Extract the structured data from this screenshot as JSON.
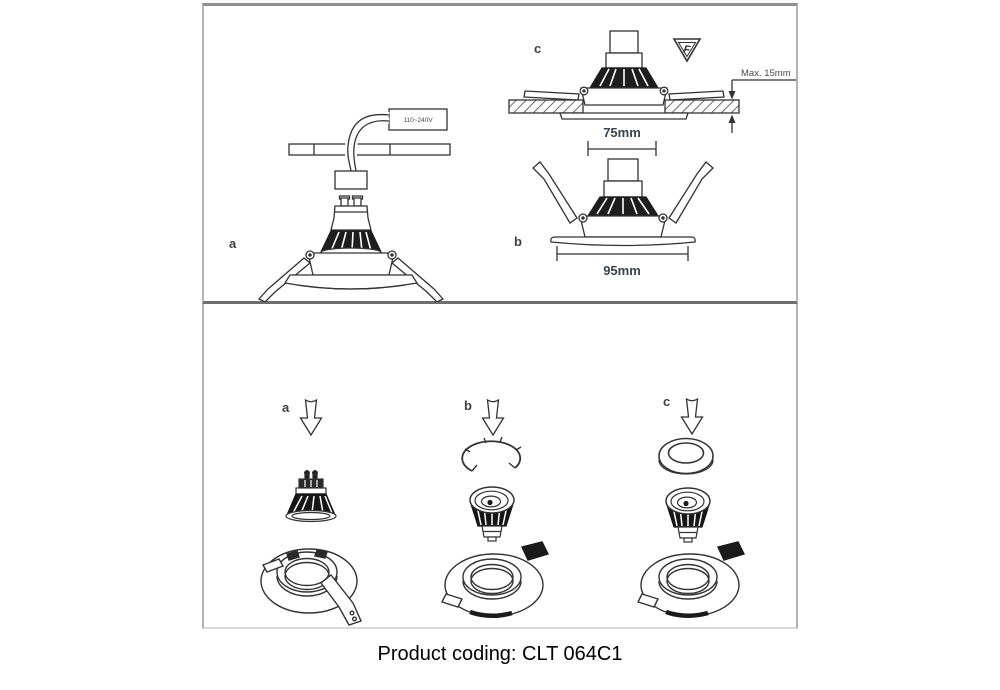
{
  "caption": "Product coding: CLT 064C1",
  "top_panel": {
    "diagram_a": {
      "label": "a",
      "driver_voltage": "110~240V"
    },
    "diagram_b": {
      "label": "b",
      "overall_diameter": "95mm"
    },
    "diagram_c": {
      "label": "c",
      "f_mark": "F",
      "max_recess": "Max. 15mm",
      "cutout_diameter": "75mm"
    }
  },
  "bottom_panel": {
    "step_a": {
      "label": "a"
    },
    "step_b": {
      "label": "b"
    },
    "step_c": {
      "label": "c"
    }
  }
}
